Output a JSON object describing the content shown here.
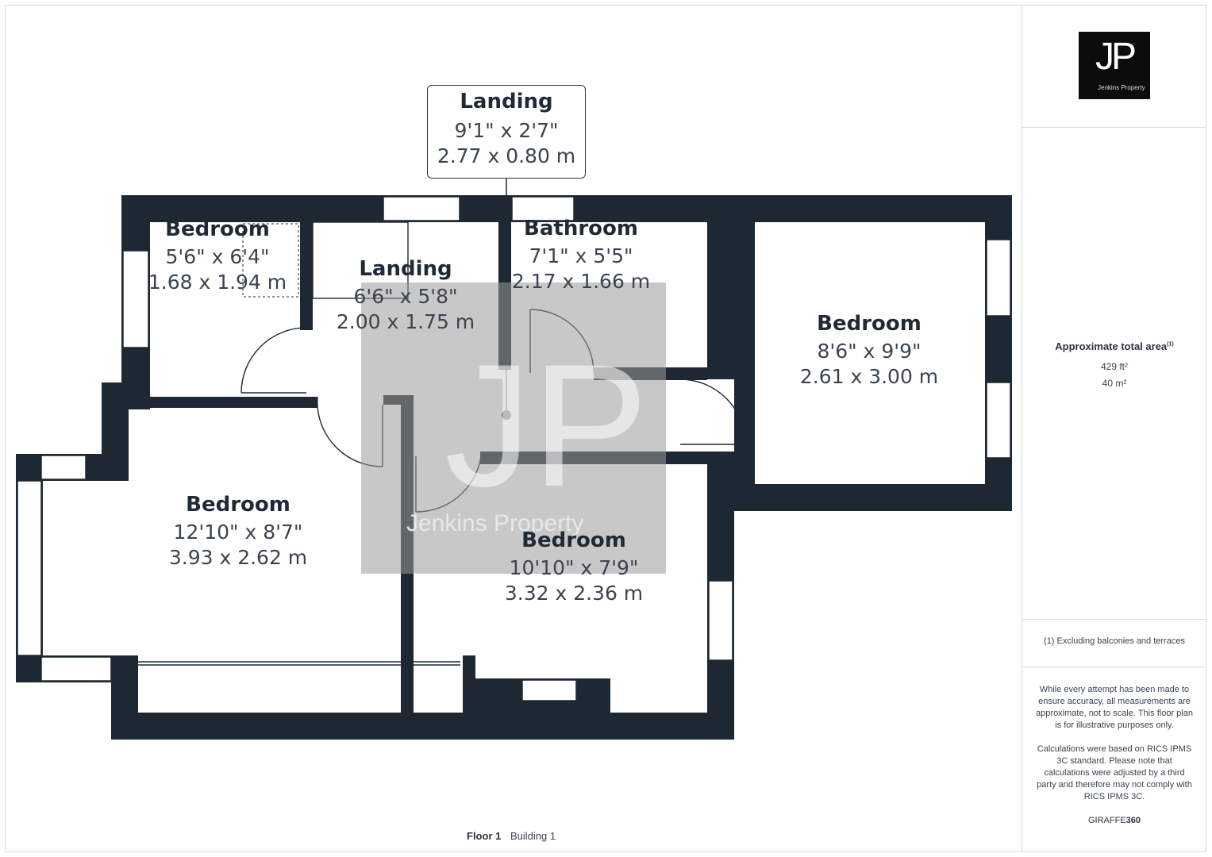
{
  "rooms": {
    "landing_callout": {
      "name": "Landing",
      "imperial": "9'1\" x 2'7\"",
      "metric": "2.77 x 0.80 m"
    },
    "bedroom_small": {
      "name": "Bedroom",
      "imperial": "5'6\" x 6'4\"",
      "metric": "1.68 x 1.94 m"
    },
    "landing": {
      "name": "Landing",
      "imperial": "6'6\" x 5'8\"",
      "metric": "2.00 x 1.75 m"
    },
    "bathroom": {
      "name": "Bathroom",
      "imperial": "7'1\" x 5'5\"",
      "metric": "2.17 x 1.66 m"
    },
    "bedroom_right": {
      "name": "Bedroom",
      "imperial": "8'6\" x 9'9\"",
      "metric": "2.61 x 3.00 m"
    },
    "bedroom_left": {
      "name": "Bedroom",
      "imperial": "12'10\" x 8'7\"",
      "metric": "3.93 x 2.62 m"
    },
    "bedroom_middle": {
      "name": "Bedroom",
      "imperial": "10'10\" x 7'9\"",
      "metric": "3.32 x 2.36 m"
    }
  },
  "watermark": {
    "text": "Jenkins Property"
  },
  "logo": {
    "letters": "JP",
    "text": "Jenkins Property"
  },
  "sidebar": {
    "area_title": "Approximate total area",
    "area_footnote_mark": "(1)",
    "area_ft": "429 ft²",
    "area_m": "40 m²",
    "footnote": "(1) Excluding balconies and terraces",
    "disclaimer": "While every attempt has been made to ensure accuracy, all measurements are approximate, not to scale. This floor plan is for illustrative purposes only.",
    "calc_note": "Calculations were based on RICS IPMS 3C standard. Please note that calculations were adjusted by a third party and therefore may not comply with RICS IPMS 3C.",
    "brand_a": "GIRAFFE",
    "brand_b": "360"
  },
  "footer": {
    "floor": "Floor 1",
    "building": "Building 1"
  },
  "colors": {
    "wall": "#1e2833",
    "watermark": "#9a9a9a",
    "text": "#2b3440"
  }
}
